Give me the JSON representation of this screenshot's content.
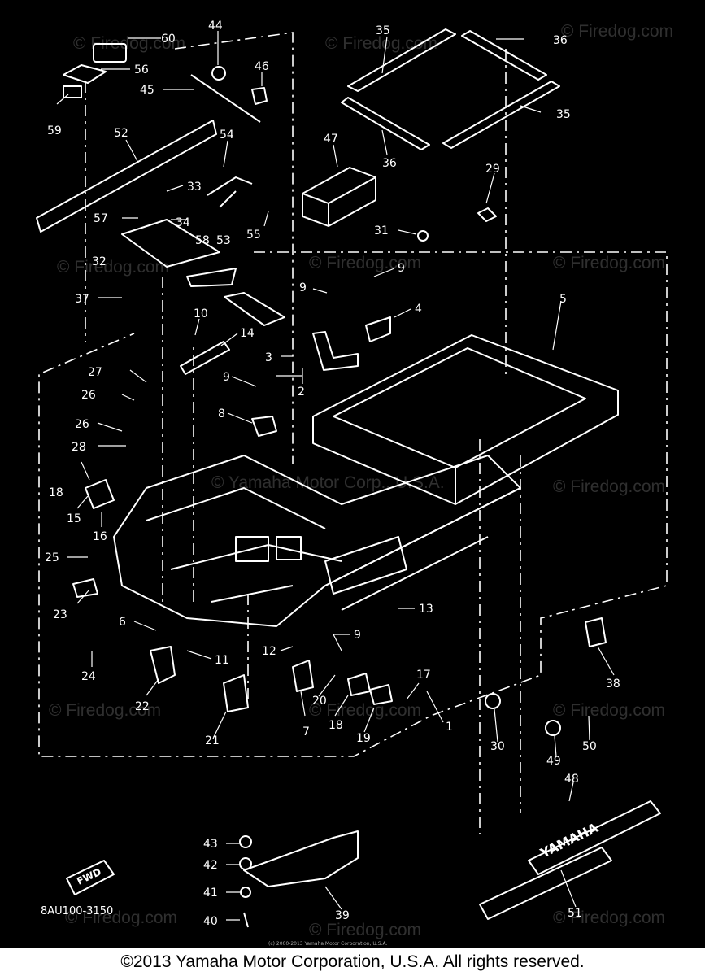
{
  "watermark": {
    "text": "© Firedog.com",
    "center_text": "© Yamaha Motor Corp., U.S.A."
  },
  "small_copyright": "(c) 2000-2013 Yamaha Motor Corporation, U.S.A.",
  "diagram_code": "8AU100-3150",
  "fwd_label": "FWD",
  "brand_text": "YAMAHA",
  "footer": "©2013 Yamaha Motor Corporation, U.S.A. All rights reserved.",
  "callouts": [
    "60",
    "44",
    "46",
    "35",
    "36",
    "56",
    "45",
    "59",
    "52",
    "54",
    "47",
    "36",
    "35",
    "29",
    "33",
    "57",
    "34",
    "53",
    "58",
    "55",
    "31",
    "9",
    "32",
    "9",
    "37",
    "10",
    "4",
    "5",
    "14",
    "3",
    "9",
    "27",
    "2",
    "26",
    "8",
    "26",
    "28",
    "18",
    "15",
    "16",
    "25",
    "13",
    "23",
    "6",
    "9",
    "12",
    "11",
    "24",
    "22",
    "38",
    "17",
    "20",
    "7",
    "18",
    "19",
    "1",
    "21",
    "30",
    "49",
    "50",
    "48",
    "43",
    "42",
    "41",
    "39",
    "40",
    "51"
  ],
  "colors": {
    "background": "#000000",
    "line": "#ffffff",
    "footer_bg": "#ffffff",
    "footer_text": "#000000"
  }
}
